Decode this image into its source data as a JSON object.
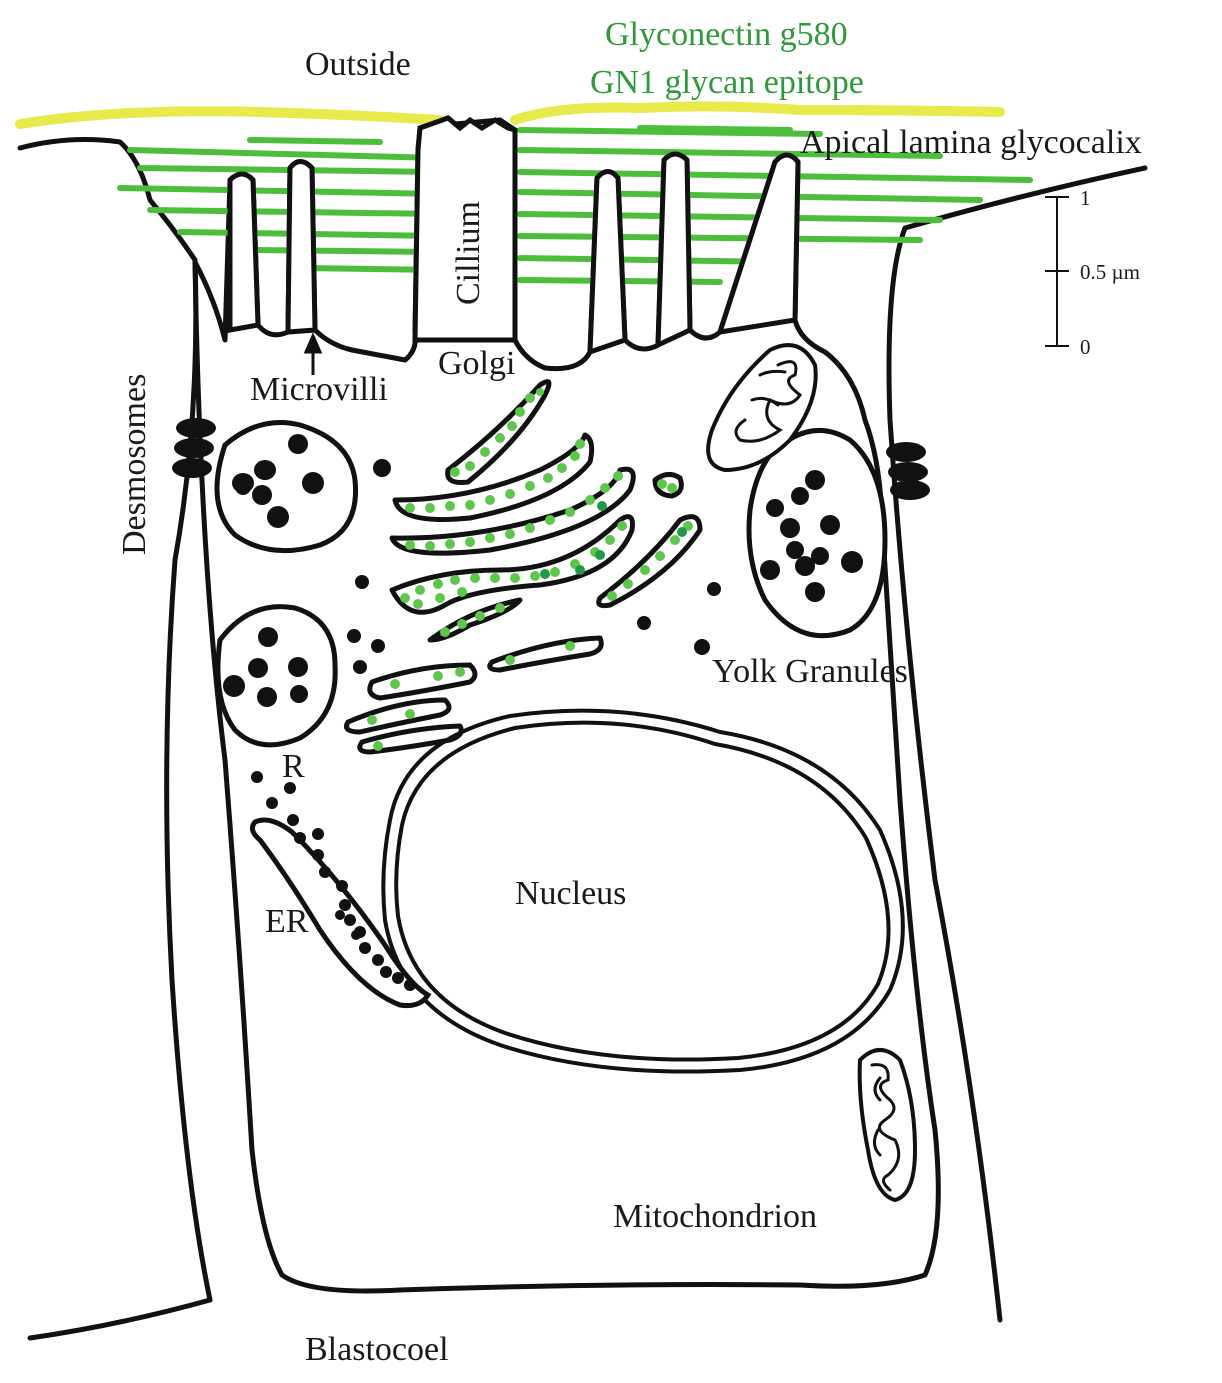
{
  "labels": {
    "outside": "Outside",
    "glyconectin": "Glyconectin g580",
    "epitope": "GN1 glycan epitope",
    "glycocalix": "Apical lamina glycocalix",
    "cilium": "Cillium",
    "microvilli": "Microvilli",
    "golgi": "Golgi",
    "desmosomes": "Desmosomes",
    "yolk": "Yolk Granules",
    "r": "R",
    "er": "ER",
    "nucleus": "Nucleus",
    "mitochondrion": "Mitochondrion",
    "blastocoel": "Blastocoel"
  },
  "scale_bar": {
    "top": "1",
    "mid": "0.5 µm",
    "bottom": "0"
  },
  "colors": {
    "glycan_line": "#e6ea4a",
    "glyconectin": "#4cbf3a",
    "vesicle_green": "#5cc84a",
    "vesicle_dark": "#1f9a4a",
    "outline": "#111111",
    "label_green": "#2e9a3a"
  }
}
